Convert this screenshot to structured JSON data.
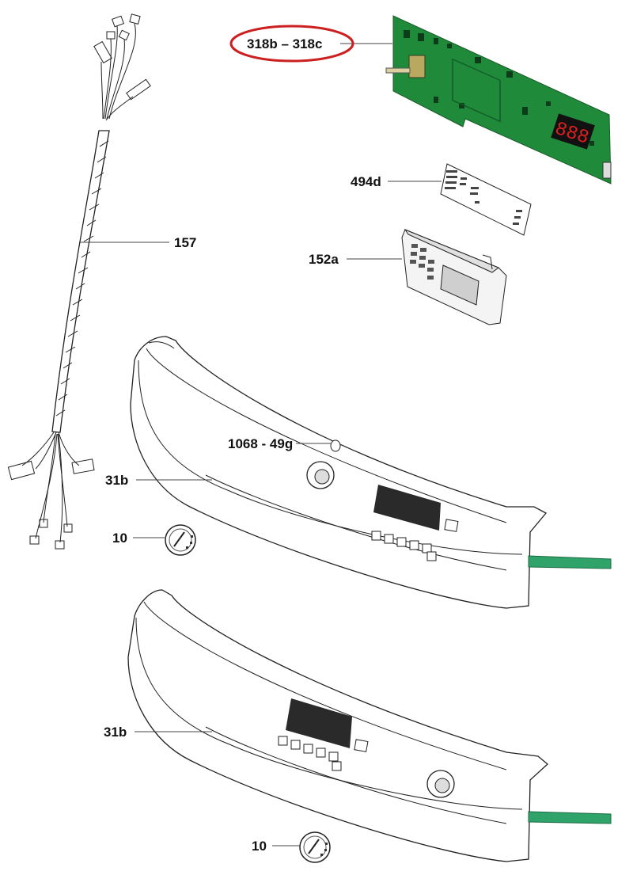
{
  "labels": {
    "p318": "318b – 318c",
    "p494d": "494d",
    "p152a": "152a",
    "p157": "157",
    "p1068": "1068 - 49g",
    "p31b_top": "31b",
    "p10_top": "10",
    "p31b_bottom": "31b",
    "p10_bottom": "10"
  },
  "colors": {
    "highlight_ellipse": "#cc1f1f",
    "pcb": "#1f8a3a",
    "ribbon": "#2fa36a"
  },
  "icons": [
    "control-board",
    "led-display-digits",
    "knob",
    "wire-harness",
    "display-frame",
    "button-membrane",
    "control-panel"
  ]
}
